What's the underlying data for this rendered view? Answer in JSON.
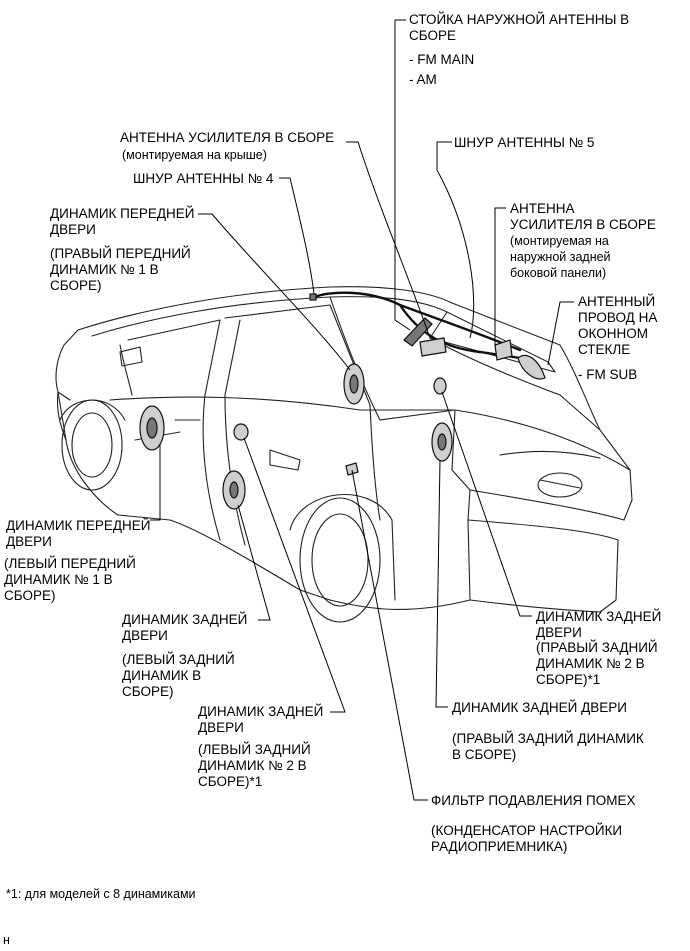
{
  "labels": {
    "roof_antenna_pole": "СТОЙКА НАРУЖНОЙ АНТЕННЫ В\nСБОРЕ",
    "roof_antenna_fm_main": "- FM MAIN",
    "roof_antenna_am": "- AM",
    "amp_antenna_roof": "АНТЕННА УСИЛИТЕЛЯ В СБОРЕ",
    "amp_antenna_roof_note": "(монтируемая на крыше)",
    "antenna_cord_5": "ШНУР АНТЕННЫ № 5",
    "antenna_cord_4": "ШНУР АНТЕННЫ № 4",
    "amp_antenna_quarter": "АНТЕННА\nУСИЛИТЕЛЯ В СБОРЕ",
    "amp_antenna_quarter_note": "(монтируемая на\nнаружной задней\nбоковой панели)",
    "front_door_speaker_right": "ДИНАМИК ПЕРЕДНЕЙ\nДВЕРИ",
    "front_door_speaker_right_note": "(ПРАВЫЙ ПЕРЕДНИЙ\nДИНАМИК № 1 В\nСБОРЕ)",
    "window_wire": "АНТЕННЫЙ\nПРОВОД НА\nОКОННОМ\nСТЕКЛЕ",
    "window_wire_fm_sub": "- FM SUB",
    "front_door_speaker_left": "ДИНАМИК ПЕРЕДНЕЙ\nДВЕРИ",
    "front_door_speaker_left_note": "(ЛЕВЫЙ ПЕРЕДНИЙ\nДИНАМИК № 1 В\nСБОРЕ)",
    "rear_door_speaker_left": "ДИНАМИК ЗАДНЕЙ\nДВЕРИ",
    "rear_door_speaker_left_note": "(ЛЕВЫЙ ЗАДНИЙ\nДИНАМИК В\nСБОРЕ)",
    "rear_door_speaker_right_2": "ДИНАМИК ЗАДНЕЙ\nДВЕРИ",
    "rear_door_speaker_right_2_note": "(ПРАВЫЙ ЗАДНИЙ\nДИНАМИК № 2 В\nСБОРЕ)*1",
    "rear_door_speaker_right": "ДИНАМИК ЗАДНЕЙ ДВЕРИ",
    "rear_door_speaker_right_note": "(ПРАВЫЙ ЗАДНИЙ ДИНАМИК\nВ СБОРЕ)",
    "rear_door_speaker_left_2": "ДИНАМИК ЗАДНЕЙ\nДВЕРИ",
    "rear_door_speaker_left_2_note": "(ЛЕВЫЙ ЗАДНИЙ\nДИНАМИК № 2 В\nСБОРЕ)*1",
    "noise_filter": "ФИЛЬТР ПОДАВЛЕНИЯ ПОМЕХ",
    "noise_filter_note": "(КОНДЕНСАТОР НАСТРОЙКИ\nРАДИОПРИЕМНИКА)"
  },
  "footnote": "*1: для моделей с 8 динамиками",
  "corner_mark": "н"
}
